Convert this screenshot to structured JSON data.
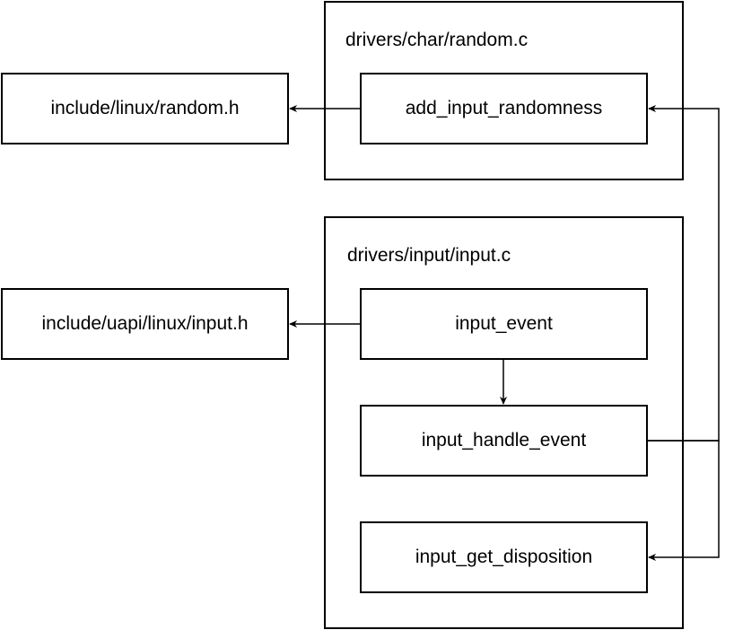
{
  "diagram": {
    "containers": {
      "random_c": {
        "label": "drivers/char/random.c"
      },
      "input_c": {
        "label": "drivers/input/input.c"
      }
    },
    "nodes": {
      "random_h": {
        "label": "include/linux/random.h"
      },
      "input_h": {
        "label": "include/uapi/linux/input.h"
      },
      "add_input_randomness": {
        "label": "add_input_randomness"
      },
      "input_event": {
        "label": "input_event"
      },
      "input_handle_event": {
        "label": "input_handle_event"
      },
      "input_get_disposition": {
        "label": "input_get_disposition"
      }
    },
    "edges": [
      {
        "from": "add_input_randomness",
        "to": "random_h"
      },
      {
        "from": "input_event",
        "to": "input_h"
      },
      {
        "from": "input_event",
        "to": "input_handle_event"
      },
      {
        "from": "input_handle_event",
        "to": "add_input_randomness"
      },
      {
        "from": "input_handle_event",
        "to": "input_get_disposition"
      }
    ]
  }
}
